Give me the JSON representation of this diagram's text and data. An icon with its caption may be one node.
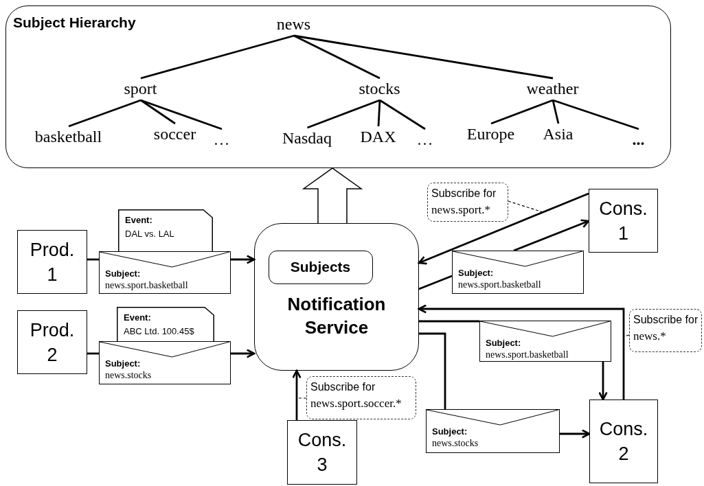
{
  "diagram": {
    "nodes": [
      {
        "text": [
          "Subject Hierarchy"
        ]
      },
      {
        "text": [
          "news"
        ],
        "in": 0
      },
      {
        "text": [
          "sport"
        ],
        "in": 0
      },
      {
        "text": [
          "stocks"
        ],
        "in": 0
      },
      {
        "text": [
          "weather"
        ],
        "in": 0
      },
      {
        "text": [
          "basketball"
        ],
        "in": 0
      },
      {
        "text": [
          "soccer"
        ],
        "in": 0
      },
      {
        "text": [
          "…"
        ],
        "in": 0
      },
      {
        "text": [
          "Nasdaq"
        ],
        "in": 0
      },
      {
        "text": [
          "DAX"
        ],
        "in": 0
      },
      {
        "text": [
          "…"
        ],
        "in": 0
      },
      {
        "text": [
          "Europe"
        ],
        "in": 0
      },
      {
        "text": [
          "Asia"
        ],
        "in": 0
      },
      {
        "text": [
          "..."
        ],
        "in": 0
      },
      {
        "text": [
          "Prod. 1"
        ]
      },
      {
        "text": [
          "Prod. 2"
        ]
      },
      {
        "text": [
          "Notification Service"
        ]
      },
      {
        "text": [
          "Subjects"
        ],
        "in": 16
      },
      {
        "text": [
          "Cons. 1"
        ]
      },
      {
        "text": [
          "Cons. 2"
        ]
      },
      {
        "text": [
          "Cons. 3"
        ]
      },
      {
        "text": [
          "Event:",
          "DAL vs. LAL"
        ]
      },
      {
        "text": [
          "Subject:",
          "news.sport.basketball"
        ]
      },
      {
        "text": [
          "Event:",
          "ABC Ltd. 100.45$"
        ]
      },
      {
        "text": [
          "Subject:",
          "news.stocks"
        ]
      },
      {
        "text": [
          "Subject:",
          "news.sport.basketball"
        ]
      },
      {
        "text": [
          "Subject:",
          "news.sport.basketball"
        ]
      },
      {
        "text": [
          "Subject:",
          "news.stocks"
        ]
      },
      {
        "text": [
          "Subscribe for",
          "news.sport.*"
        ]
      },
      {
        "text": [
          "Subscribe for",
          "news.*"
        ]
      },
      {
        "text": [
          "Subscribe for",
          "news.sport.soccer.*"
        ]
      }
    ],
    "edges": [
      {
        "from": 1,
        "to": 2,
        "arrow": "none"
      },
      {
        "from": 1,
        "to": 3,
        "arrow": "none"
      },
      {
        "from": 1,
        "to": 4,
        "arrow": "none"
      },
      {
        "from": 2,
        "to": 5,
        "arrow": "none"
      },
      {
        "from": 2,
        "to": 6,
        "arrow": "none"
      },
      {
        "from": 2,
        "to": 7,
        "arrow": "none"
      },
      {
        "from": 3,
        "to": 8,
        "arrow": "none"
      },
      {
        "from": 3,
        "to": 9,
        "arrow": "none"
      },
      {
        "from": 3,
        "to": 10,
        "arrow": "none"
      },
      {
        "from": 4,
        "to": 11,
        "arrow": "none"
      },
      {
        "from": 4,
        "to": 12,
        "arrow": "none"
      },
      {
        "from": 4,
        "to": 13,
        "arrow": "none"
      },
      {
        "from": 14,
        "to": 22,
        "arrow": "none"
      },
      {
        "from": 22,
        "to": 16,
        "arrow": "to"
      },
      {
        "from": 15,
        "to": 24,
        "arrow": "none"
      },
      {
        "from": 24,
        "to": 16,
        "arrow": "to"
      },
      {
        "from": 16,
        "to": 0,
        "arrow": "to",
        "style": "thick"
      },
      {
        "from": 18,
        "to": 16,
        "arrow": "to"
      },
      {
        "from": 16,
        "to": 25,
        "arrow": "none"
      },
      {
        "from": 25,
        "to": 18,
        "arrow": "to"
      },
      {
        "from": 19,
        "to": 16,
        "arrow": "to"
      },
      {
        "from": 16,
        "to": 26,
        "arrow": "none"
      },
      {
        "from": 26,
        "to": 19,
        "arrow": "to"
      },
      {
        "from": 16,
        "to": 27,
        "arrow": "none"
      },
      {
        "from": 27,
        "to": 19,
        "arrow": "to"
      },
      {
        "from": 20,
        "to": 16,
        "arrow": "to"
      },
      {
        "from": 28,
        "to": null,
        "arrow": "none",
        "style": "dashed"
      },
      {
        "from": 29,
        "to": null,
        "arrow": "none",
        "style": "dashed"
      },
      {
        "from": 30,
        "to": null,
        "arrow": "none",
        "style": "dashed"
      }
    ]
  }
}
